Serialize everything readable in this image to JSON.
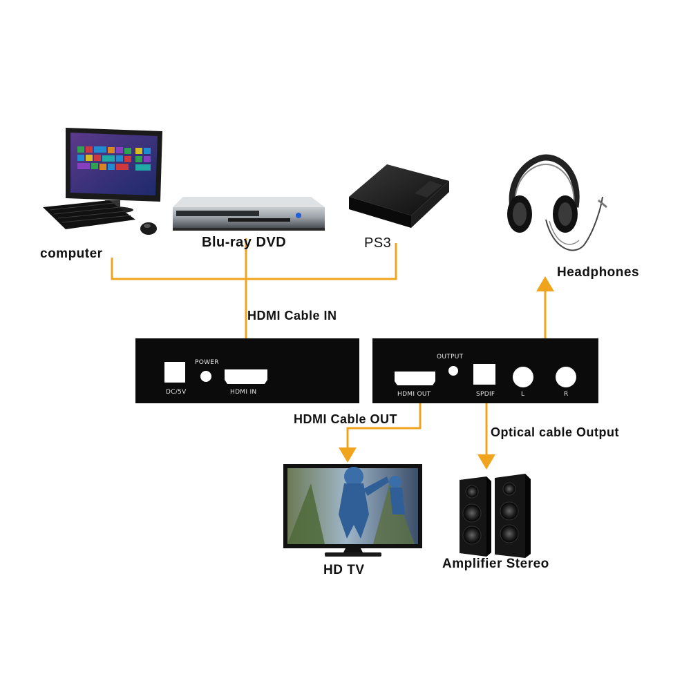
{
  "labels": {
    "computer": "computer",
    "bluray": "Blu-ray DVD",
    "ps3": "PS3",
    "headphones": "Headphones",
    "hdmi_in_cable": "HDMI Cable IN",
    "hdmi_out_cable": "HDMI Cable OUT",
    "optical_cable": "Optical cable Output",
    "hdtv": "HD TV",
    "amplifier": "Amplifier Stereo"
  },
  "input_panel": {
    "dc": "DC/5V",
    "power": "POWER",
    "hdmi_in": "HDMI IN"
  },
  "output_panel": {
    "output": "OUTPUT",
    "hdmi_out": "HDMI OUT",
    "spdif": "SPDIF",
    "left": "L",
    "right": "R"
  },
  "colors": {
    "cable": "#f0a41e",
    "panel": "#0b0b0b",
    "panel_text": "#e8e8e8"
  },
  "icons": [
    "computer-icon",
    "bluray-player-icon",
    "ps3-console-icon",
    "headphones-icon",
    "hdtv-icon",
    "speakers-icon"
  ]
}
